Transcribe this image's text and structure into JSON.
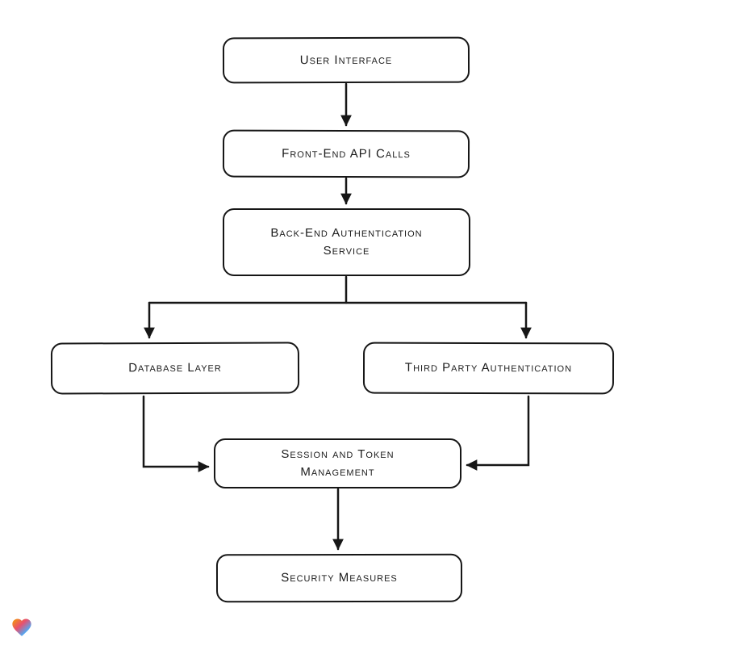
{
  "diagram": {
    "title": "Authentication architecture flowchart",
    "colors": {
      "stroke": "#161616",
      "background": "#ffffff",
      "text": "#1c1c1c"
    },
    "nodes": {
      "user_interface": {
        "label": "User Interface"
      },
      "front_end_api_calls": {
        "label": "Front-End API Calls"
      },
      "back_end_auth_service": {
        "label": "Back-End Authentication Service"
      },
      "database_layer": {
        "label": "Database Layer"
      },
      "third_party_auth": {
        "label": "Third Party Authentication"
      },
      "session_token_mgmt": {
        "label": "Session and Token Management"
      },
      "security_measures": {
        "label": "Security Measures"
      }
    },
    "edges": [
      {
        "from": "user_interface",
        "to": "front_end_api_calls"
      },
      {
        "from": "front_end_api_calls",
        "to": "back_end_auth_service"
      },
      {
        "from": "back_end_auth_service",
        "to": "database_layer"
      },
      {
        "from": "back_end_auth_service",
        "to": "third_party_auth"
      },
      {
        "from": "database_layer",
        "to": "session_token_mgmt"
      },
      {
        "from": "third_party_auth",
        "to": "session_token_mgmt"
      },
      {
        "from": "session_token_mgmt",
        "to": "security_measures"
      }
    ],
    "logo": {
      "name": "heart-logo",
      "colors": [
        "#f59f00",
        "#e8506e",
        "#4dabf7",
        "#40c057"
      ]
    }
  }
}
